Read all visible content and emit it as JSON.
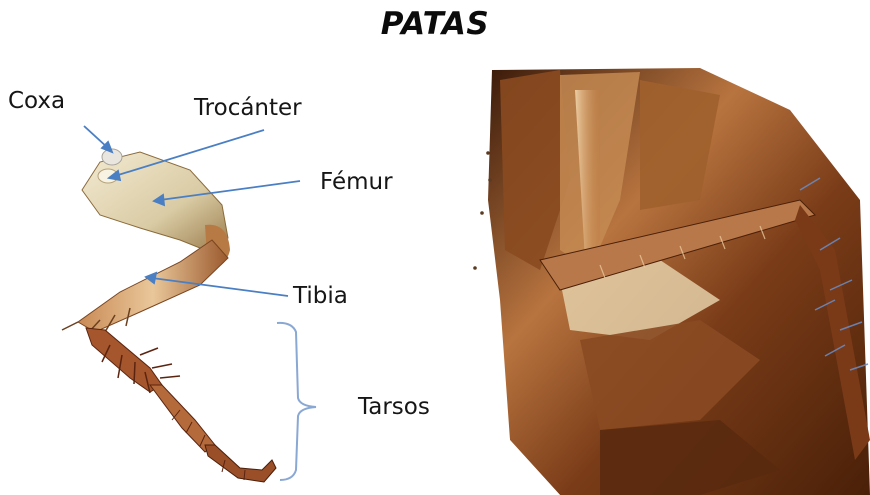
{
  "title": "PATAS",
  "labels": {
    "coxa": "Coxa",
    "trocanter": "Trocánter",
    "femur": "Fémur",
    "tibia": "Tibia",
    "tarsos": "Tarsos"
  },
  "colors": {
    "pointer": "#4a7fc4",
    "bracket": "#8aa8d4",
    "leg_light": "#e8dcc0",
    "leg_brown": "#a5562c",
    "leg_dark": "#5a2410",
    "photo_bg": "#6b3a1c"
  }
}
